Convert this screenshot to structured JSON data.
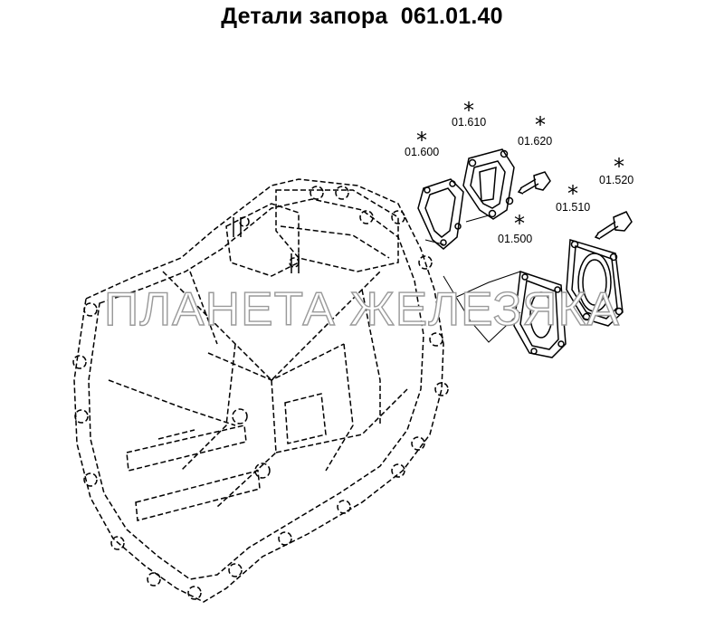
{
  "title": "Детали запора  061.01.40",
  "watermark": "ПЛАНЕТА ЖЕЛЕЗЯКА",
  "callouts": [
    {
      "id": "01.600",
      "star": "*"
    },
    {
      "id": "01.610",
      "star": "*"
    },
    {
      "id": "01.620",
      "star": "*"
    },
    {
      "id": "01.500",
      "star": "*"
    },
    {
      "id": "01.510",
      "star": "*"
    },
    {
      "id": "01.520",
      "star": "*"
    }
  ],
  "colors": {
    "ink": "#000000",
    "watermark_outline": "#9a9a9a",
    "background": "#ffffff"
  }
}
